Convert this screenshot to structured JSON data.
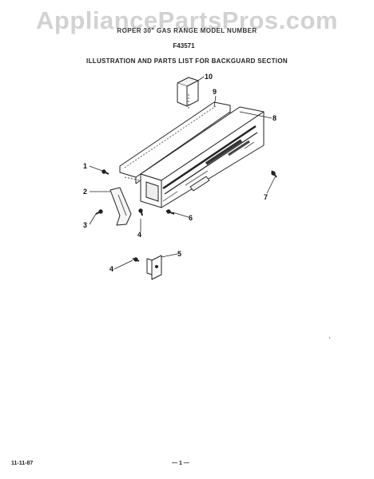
{
  "watermark": "AppliancePartsPros.com",
  "header": {
    "title_line": "ROPER 30\" GAS RANGE MODEL NUMBER",
    "model": "F43571",
    "section": "ILLUSTRATION AND PARTS LIST FOR BACKGUARD SECTION"
  },
  "callouts": [
    "1",
    "2",
    "3",
    "4",
    "4",
    "5",
    "6",
    "7",
    "8",
    "9",
    "10"
  ],
  "footer": {
    "date": "11-11-87",
    "page": "— 1 —"
  }
}
